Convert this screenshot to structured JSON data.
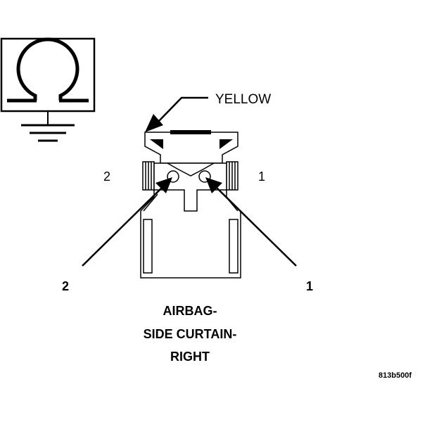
{
  "labels": {
    "wire_color": "YELLOW",
    "cavity_left": "2",
    "cavity_right": "1",
    "probe_left": "2",
    "probe_right": "1"
  },
  "caption": {
    "line1": "AIRBAG-",
    "line2": "SIDE CURTAIN-",
    "line3": "RIGHT"
  },
  "figure_id": "813b500f",
  "icons": {
    "ohmmeter": "ohm-icon",
    "ground": "ground-icon"
  },
  "colors": {
    "line": "#000000",
    "background": "#ffffff"
  }
}
